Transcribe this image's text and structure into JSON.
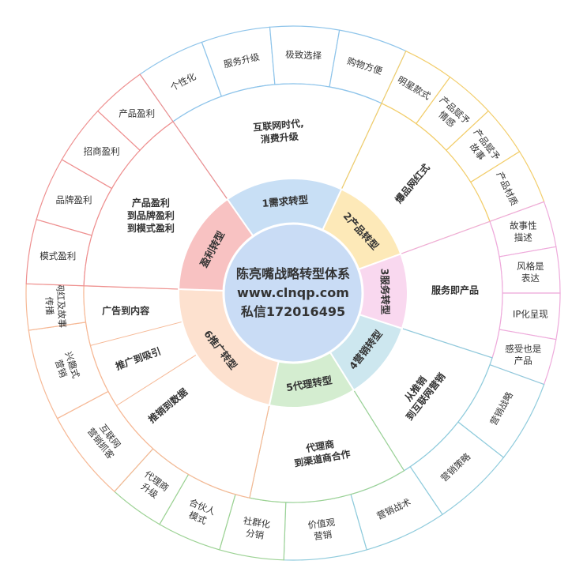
{
  "center": {
    "lines": [
      "陈亮嘴战略转型体系",
      "www.clnqp.com",
      "私信172016495"
    ],
    "fill": "#c9dcf5"
  },
  "sectors": [
    {
      "label": "1需求转型",
      "color": "#c8dff5",
      "stroke": "#8ec4ea",
      "mid": [
        "互联网时代,",
        "消费升级"
      ],
      "outer": [
        [
          "个性化"
        ],
        [
          "服务升级"
        ],
        [
          "极致选择"
        ],
        [
          "购物方便"
        ]
      ]
    },
    {
      "label": "2产品转型",
      "color": "#fde9b8",
      "stroke": "#f2cd6a",
      "mid": [
        "爆品网红式"
      ],
      "outer": [
        [
          "明星款式"
        ],
        [
          "产品赋予",
          "情感"
        ],
        [
          "产品赋予",
          "故事"
        ],
        [
          "产品材质"
        ]
      ]
    },
    {
      "label": "3服务转型",
      "color": "#f9d8ef",
      "stroke": "#eeaadb",
      "mid": [
        "服务即产品"
      ],
      "outer": [
        [
          "故事性",
          "描述"
        ],
        [
          "风格是",
          "表达"
        ],
        [
          "IP化呈现"
        ],
        [
          "感受也是",
          "产品"
        ]
      ]
    },
    {
      "label": "4营销转型",
      "color": "#cde7ef",
      "stroke": "#8fcbdc",
      "mid": [
        "从推销",
        "到互联网营销"
      ],
      "outer": [
        [
          "营销战略"
        ],
        [
          "营销策略"
        ],
        [
          "营销战术"
        ],
        [
          "价值观",
          "营销"
        ]
      ]
    },
    {
      "label": "5代理转型",
      "color": "#d4edd0",
      "stroke": "#9cd294",
      "mid": [
        "代理商",
        "到渠道商合作"
      ],
      "outer": [
        [
          "社群化",
          "分销"
        ],
        [
          "合伙人",
          "模式"
        ],
        [
          "代理商",
          "升级"
        ]
      ]
    },
    {
      "label": "6推广转型",
      "color": "#fde1cf",
      "stroke": "#f6b895",
      "mid_rows": [
        [
          "推销到数据"
        ],
        [
          "推广到吸引"
        ],
        [
          "广告到内容"
        ]
      ],
      "outer": [
        [
          "互联网",
          "营销抓客"
        ],
        [
          "兴趣式",
          "营销"
        ],
        [
          "网红及故事",
          "传播"
        ]
      ]
    },
    {
      "label": "盈利转型",
      "color": "#f8c2c2",
      "stroke": "#ee8f8f",
      "mid": [
        "产品盈利",
        "到品牌盈利",
        "到模式盈利"
      ],
      "outer": [
        [
          "模式盈利"
        ],
        [
          "品牌盈利"
        ],
        [
          "招商盈利"
        ],
        [
          "产品盈利"
        ]
      ]
    }
  ]
}
